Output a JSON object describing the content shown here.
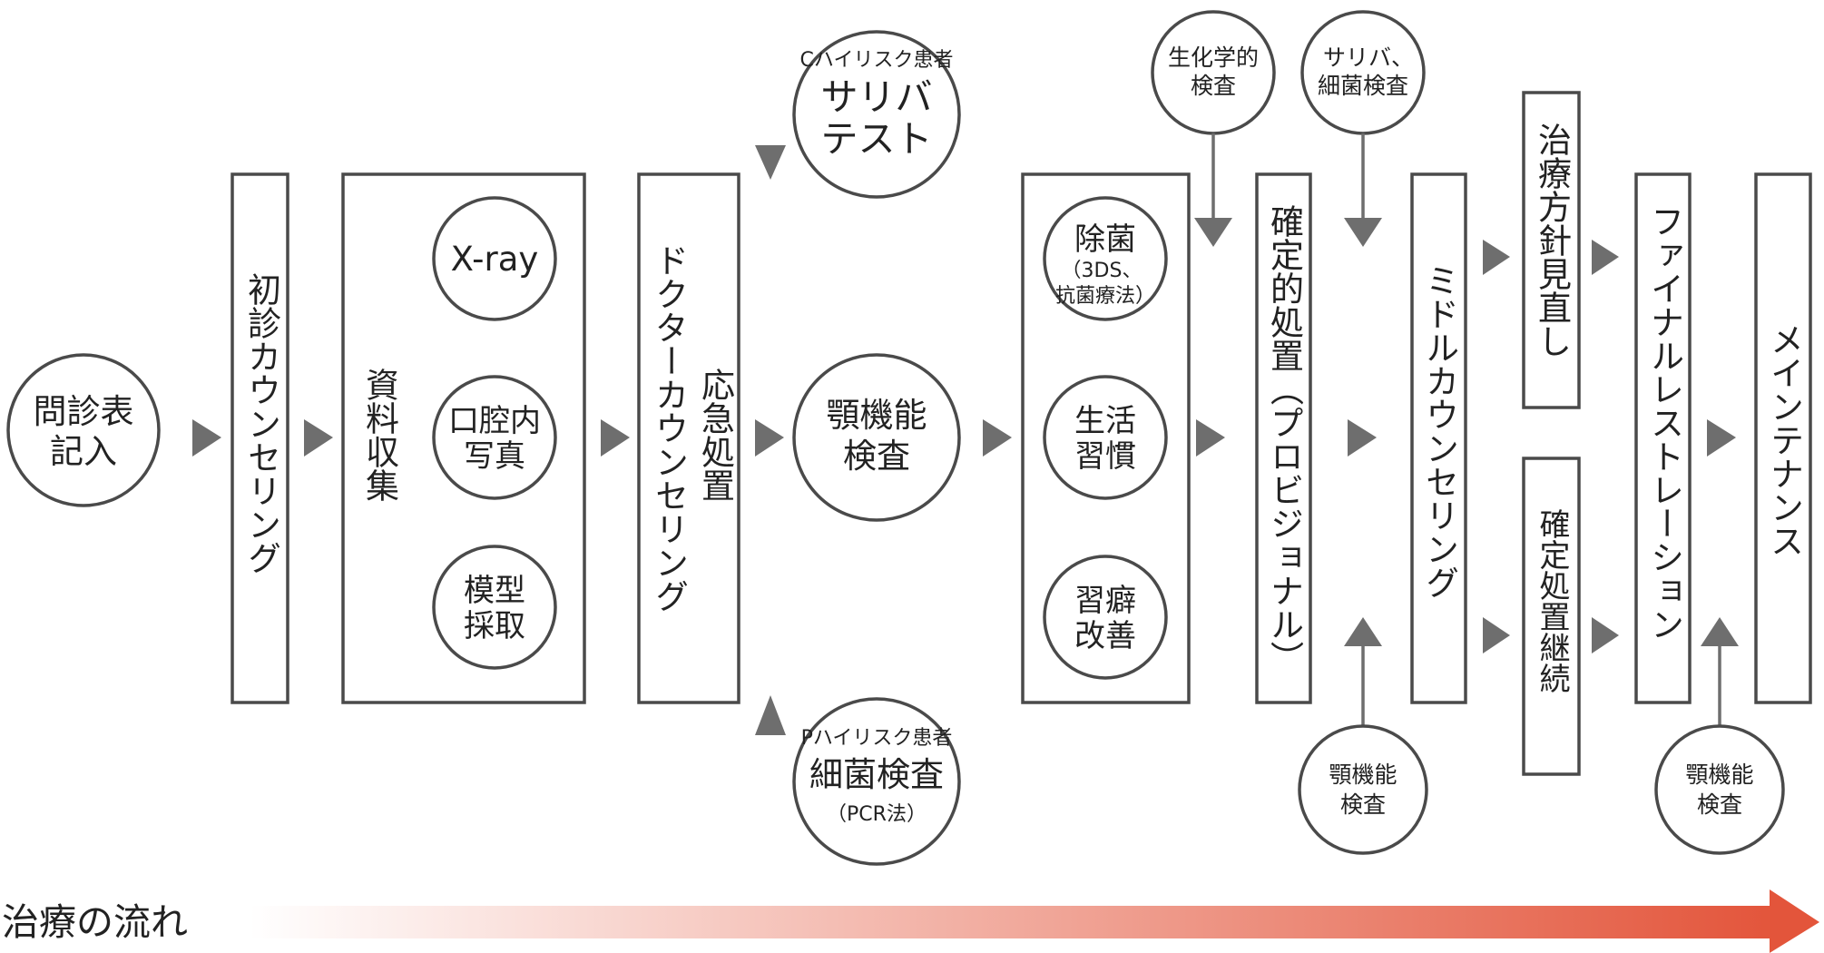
{
  "footer": {
    "label": "治療の流れ",
    "gradient_start": "#ffffff",
    "gradient_end": "#e3553b"
  },
  "colors": {
    "stroke": "#4a4a4a",
    "arrow": "#6e6e6e"
  },
  "steps": {
    "monshin": [
      "問診表",
      "記入"
    ],
    "shoshin": "初診カウンセリング",
    "shiryo": {
      "title": "資料収集",
      "xray": "X-ray",
      "koku": [
        "口腔内",
        "写真"
      ],
      "mokei": [
        "模型",
        "採取"
      ]
    },
    "doctor": {
      "title": "ドクターカウンセリング",
      "sub": "応急処置"
    },
    "saliva": {
      "caption": "Cハイリスク患者",
      "title": [
        "サリバ",
        "テスト"
      ]
    },
    "gakukino_center": [
      "顎機能",
      "検査"
    ],
    "saikin": {
      "caption": "Pハイリスク患者",
      "title": "細菌検査",
      "note": "（PCR法）"
    },
    "jokin_group": {
      "jokin_title": "除菌",
      "jokin_note": [
        "（3DS、",
        "抗菌療法）"
      ],
      "seikatsu": [
        "生活",
        "習慣"
      ],
      "shuhei": [
        "習癖",
        "改善"
      ]
    },
    "seikagaku": [
      "生化学的",
      "検査"
    ],
    "saliva_bac": [
      "サリバ、",
      "細菌検査"
    ],
    "kakutei_provisional": "確定的処置（プロビジョナル）",
    "gakukino_lower1": [
      "顎機能",
      "検査"
    ],
    "middle": "ミドルカウンセリング",
    "chiryo_minaoshi": "治療方針見直し",
    "kakutei_keizoku": "確定処置継続",
    "final": "ファイナルレストレーション",
    "gakukino_lower2": [
      "顎機能",
      "検査"
    ],
    "maintenance": "メインテナンス"
  }
}
